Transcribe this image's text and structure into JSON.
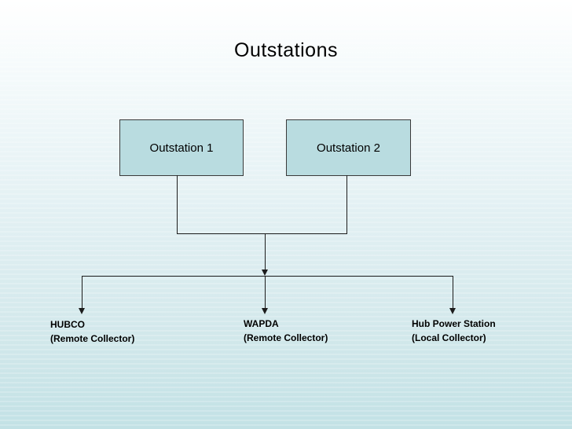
{
  "slide": {
    "title": "Outstations",
    "nodes": [
      {
        "label": "Outstation 1"
      },
      {
        "label": "Outstation 2"
      }
    ],
    "collectors": [
      {
        "name": "HUBCO",
        "role": "(Remote Collector)"
      },
      {
        "name": "WAPDA",
        "role": "(Remote Collector)"
      },
      {
        "name": "Hub Power Station",
        "role": "(Local Collector)"
      }
    ],
    "colors": {
      "box_fill": "#b9dce0",
      "box_border": "#3a3a3a",
      "line": "#1c1c1c",
      "text": "#000000",
      "bg_top": "#ffffff",
      "bg_bottom": "#c2e1e5"
    }
  }
}
